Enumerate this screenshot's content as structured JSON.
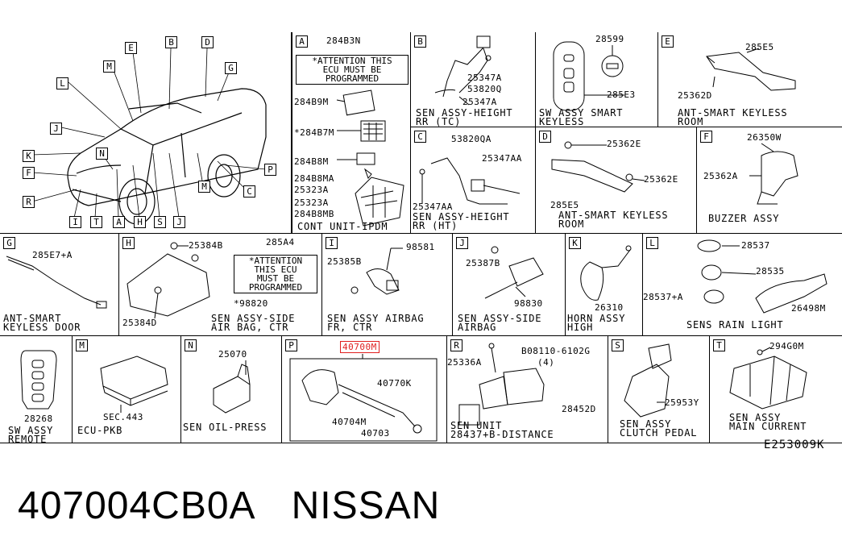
{
  "diagram_ref": "E253009K",
  "part_number": "407004CB0A",
  "brand": "NISSAN",
  "overview_callouts": [
    "E",
    "B",
    "D",
    "M",
    "G",
    "L",
    "J",
    "K",
    "N",
    "F",
    "P",
    "M",
    "C",
    "R",
    "I",
    "T",
    "A",
    "H",
    "S",
    "J"
  ],
  "panels": {
    "A": {
      "letter": "A",
      "parts": [
        "284B3N",
        "284B9M",
        "*284B7M",
        "284B8M",
        "284B8MA",
        "25323A",
        "25323A",
        "284B8MB"
      ],
      "warning": "*ATTENTION THIS\nECU MUST BE\nPROGRAMMED",
      "caption": "CONT UNIT-IPDM"
    },
    "B": {
      "letter": "B",
      "parts": [
        "25347A",
        "53820Q",
        "25347A"
      ],
      "caption": "SEN ASSY-HEIGHT\nRR (TC)"
    },
    "SW": {
      "parts": [
        "28599",
        "285E3"
      ],
      "caption": "SW ASSY SMART\nKEYLESS"
    },
    "E": {
      "letter": "E",
      "parts": [
        "285E5",
        "25362D"
      ],
      "caption": "ANT-SMART KEYLESS\nROOM"
    },
    "C": {
      "letter": "C",
      "parts": [
        "53820QA",
        "25347AA",
        "25347AA"
      ],
      "caption": "SEN ASSY-HEIGHT\nRR (HT)"
    },
    "D": {
      "letter": "D",
      "parts": [
        "25362E",
        "25362E",
        "285E5"
      ],
      "caption": "ANT-SMART KEYLESS\nROOM"
    },
    "F": {
      "letter": "F",
      "parts": [
        "26350W",
        "25362A"
      ],
      "caption": "BUZZER ASSY"
    },
    "G": {
      "letter": "G",
      "parts": [
        "285E7+A"
      ],
      "caption": "ANT-SMART\nKEYLESS DOOR"
    },
    "H": {
      "letter": "H",
      "parts": [
        "25384B",
        "285A4",
        "*98820",
        "25384D"
      ],
      "warning": "*ATTENTION\nTHIS ECU\nMUST BE\nPROGRAMMED",
      "caption": "SEN ASSY-SIDE\nAIR BAG, CTR"
    },
    "I": {
      "letter": "I",
      "parts": [
        "98581",
        "25385B"
      ],
      "caption": "SEN ASSY AIRBAG\nFR, CTR"
    },
    "J": {
      "letter": "J",
      "parts": [
        "25387B",
        "98830"
      ],
      "caption": "SEN ASSY-SIDE\nAIRBAG"
    },
    "K": {
      "letter": "K",
      "parts": [
        "26310"
      ],
      "caption": "HORN ASSY\nHIGH"
    },
    "L": {
      "letter": "L",
      "parts": [
        "28537",
        "28535",
        "28537+A",
        "26498M"
      ],
      "caption": "SENS RAIN LIGHT"
    },
    "REMOTE": {
      "parts": [
        "28268"
      ],
      "caption": "SW ASSY\nREMOTE"
    },
    "M": {
      "letter": "M",
      "parts": [
        "SEC.443"
      ],
      "caption": "ECU-PKB"
    },
    "N": {
      "letter": "N",
      "parts": [
        "25070"
      ],
      "caption": "SEN OIL-PRESS"
    },
    "P": {
      "letter": "P",
      "parts": [
        "40700M",
        "40770K",
        "40704M",
        "40703"
      ],
      "caption": ""
    },
    "R": {
      "letter": "R",
      "parts": [
        "25336A",
        "B08110-6102G",
        "(4)",
        "28452D",
        "28437+B"
      ],
      "caption": "SEN UNIT\n28437+B-DISTANCE"
    },
    "S": {
      "letter": "S",
      "parts": [
        "25953Y"
      ],
      "caption": "SEN ASSY\nCLUTCH PEDAL"
    },
    "T": {
      "letter": "T",
      "parts": [
        "294G0M"
      ],
      "caption": "SEN ASSY\nMAIN CURRENT"
    }
  }
}
